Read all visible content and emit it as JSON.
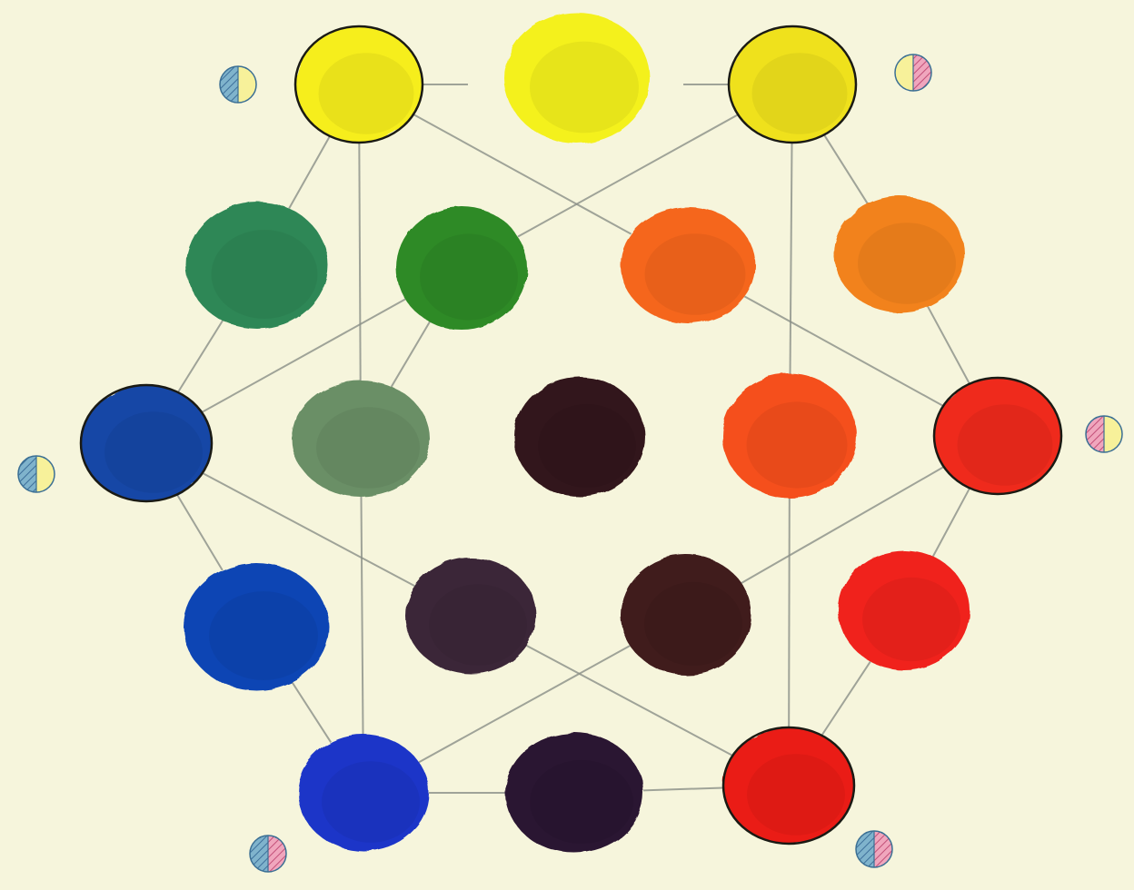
{
  "diagram": {
    "paper_color": "#f6f5dc",
    "line_color": "#8a8f87",
    "swatches": [
      {
        "id": "yellow-left",
        "color": "#f6ee1c",
        "outlined": true
      },
      {
        "id": "yellow-center",
        "color": "#f4f11e",
        "outlined": false
      },
      {
        "id": "yellow-right",
        "color": "#efe11a",
        "outlined": true
      },
      {
        "id": "green-dark",
        "color": "#2f8757",
        "outlined": false
      },
      {
        "id": "green",
        "color": "#2e8a28",
        "outlined": false
      },
      {
        "id": "orange",
        "color": "#f5661c",
        "outlined": false
      },
      {
        "id": "orange-yellow",
        "color": "#f2821a",
        "outlined": false
      },
      {
        "id": "blue-left",
        "color": "#1446a6",
        "outlined": true
      },
      {
        "id": "grey-green",
        "color": "#6a8f66",
        "outlined": false
      },
      {
        "id": "brown-black",
        "color": "#33191a",
        "outlined": false
      },
      {
        "id": "red-orange",
        "color": "#f5501c",
        "outlined": false
      },
      {
        "id": "red-right",
        "color": "#ef2a1a",
        "outlined": true
      },
      {
        "id": "blue",
        "color": "#0e44b4",
        "outlined": false
      },
      {
        "id": "purple-black",
        "color": "#3b2639",
        "outlined": false
      },
      {
        "id": "maroon-black",
        "color": "#3f1a1e",
        "outlined": false
      },
      {
        "id": "red",
        "color": "#f0231b",
        "outlined": false
      },
      {
        "id": "blue-bottom",
        "color": "#1a34c8",
        "outlined": false
      },
      {
        "id": "violet-black",
        "color": "#2b1432",
        "outlined": false
      },
      {
        "id": "red-bottom",
        "color": "#ea1c17",
        "outlined": true
      }
    ],
    "connections": [
      [
        "yellow-left",
        "green-dark"
      ],
      [
        "yellow-left",
        "grey-green"
      ],
      [
        "yellow-left",
        "orange"
      ],
      [
        "yellow-right",
        "green"
      ],
      [
        "yellow-right",
        "orange-yellow"
      ],
      [
        "yellow-right",
        "red-orange"
      ],
      [
        "green-dark",
        "blue-left"
      ],
      [
        "green",
        "blue-left"
      ],
      [
        "green",
        "grey-green"
      ],
      [
        "orange",
        "red-right"
      ],
      [
        "orange-yellow",
        "red-right"
      ],
      [
        "blue-left",
        "blue"
      ],
      [
        "blue-left",
        "purple-black"
      ],
      [
        "grey-green",
        "blue-bottom"
      ],
      [
        "red-orange",
        "red-bottom"
      ],
      [
        "red-right",
        "maroon-black"
      ],
      [
        "red-right",
        "red"
      ],
      [
        "blue",
        "blue-bottom"
      ],
      [
        "purple-black",
        "red-bottom"
      ],
      [
        "maroon-black",
        "blue-bottom"
      ],
      [
        "red",
        "red-bottom"
      ],
      [
        "blue-bottom",
        "violet-black"
      ],
      [
        "violet-black",
        "red-bottom"
      ]
    ],
    "stub_lines": [
      {
        "from": "yellow-left",
        "toward": "yellow-center"
      },
      {
        "from": "yellow-right",
        "toward": "yellow-center"
      }
    ],
    "legend_markers": [
      {
        "id": "marker-top-left",
        "left": "#6aa6c4",
        "right": "#f7f19a",
        "hatched": "left"
      },
      {
        "id": "marker-top-right",
        "left": "#f7f19a",
        "right": "#e58aa5",
        "hatched": "right"
      },
      {
        "id": "marker-middle-left",
        "left": "#6aa6c4",
        "right": "#f7f19a",
        "hatched": "left"
      },
      {
        "id": "marker-middle-right",
        "left": "#e58aa5",
        "right": "#f7f19a",
        "hatched": "left"
      },
      {
        "id": "marker-bottom-left",
        "left": "#6aa6c4",
        "right": "#e58aa5",
        "hatched": "both"
      },
      {
        "id": "marker-bottom-right",
        "left": "#6aa6c4",
        "right": "#e58aa5",
        "hatched": "both"
      }
    ]
  }
}
